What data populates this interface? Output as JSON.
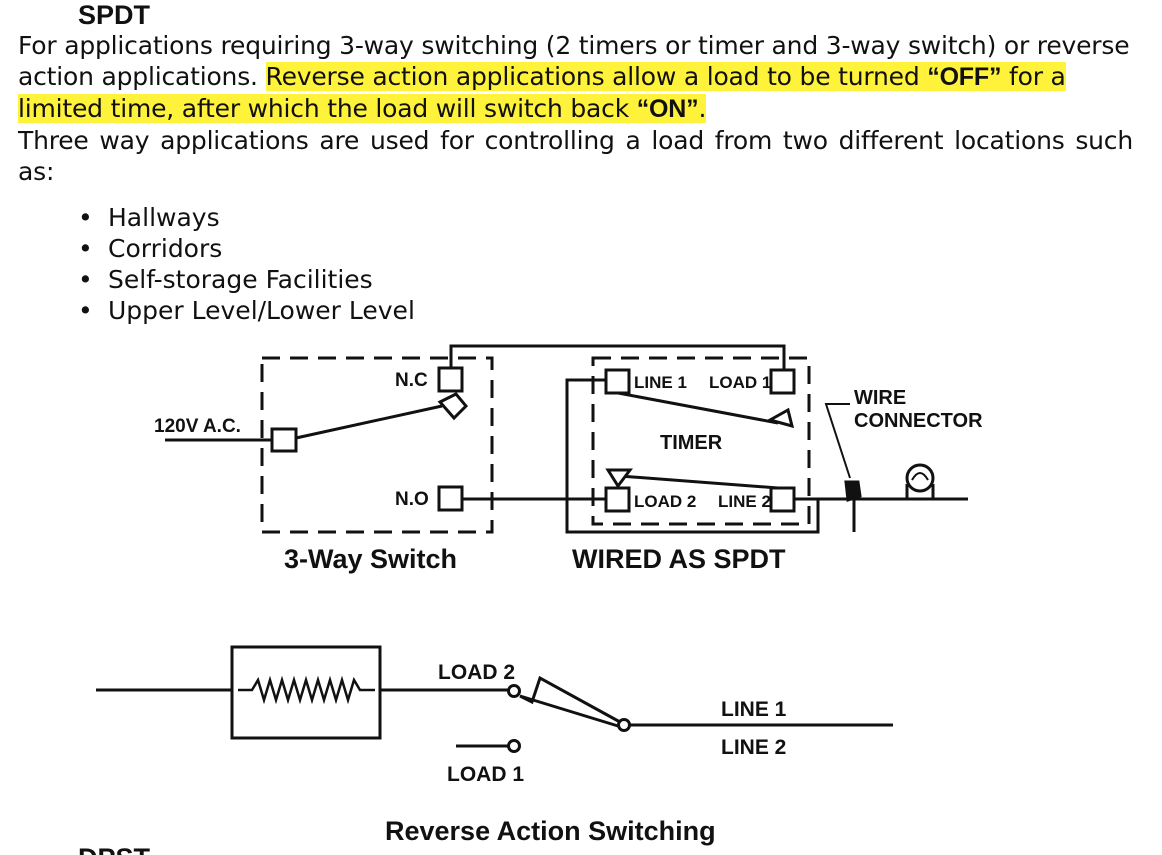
{
  "section": {
    "title": "SPDT",
    "para1_a": "For applications requiring 3-way switching (2 timers or timer and 3-way switch) or reverse action applications. ",
    "para1_hl_a": "Reverse action applications allow a load to be turned ",
    "para1_hl_off": "“OFF”",
    "para1_hl_b": " for a limited time, after which the load will switch back ",
    "para1_hl_on": "“ON”",
    "para1_hl_c": ".",
    "para2": "Three way applications are used for controlling a load from two different locations such as:",
    "bullets": [
      "Hallways",
      "Corridors",
      "Self-storage Facilities",
      "Upper Level/Lower Level"
    ],
    "next_title": "DPST"
  },
  "diagram1": {
    "supply_label": "120V A.C.",
    "nc_label": "N.C",
    "no_label": "N.O",
    "switch_caption": "3-Way Switch",
    "line1": "LINE 1",
    "load1": "LOAD 1",
    "timer": "TIMER",
    "load2": "LOAD 2",
    "line2": "LINE 2",
    "timer_caption": "WIRED AS SPDT",
    "wire_connector_1": "WIRE",
    "wire_connector_2": "CONNECTOR"
  },
  "diagram2": {
    "load2": "LOAD 2",
    "load1": "LOAD 1",
    "line1": "LINE 1",
    "line2": "LINE 2",
    "caption": "Reverse Action Switching"
  },
  "colors": {
    "highlight": "#fff23a",
    "ink": "#111111"
  }
}
